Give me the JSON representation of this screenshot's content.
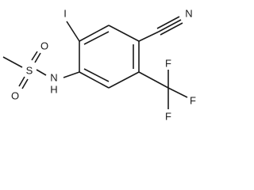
{
  "molecule": {
    "atoms": {
      "iodine": "I",
      "nitrogen_nitrile": "N",
      "nitrogen_amine": "N",
      "hydrogen_amine": "H",
      "sulfur": "S",
      "oxygen_top": "O",
      "oxygen_bottom": "O",
      "fluorine_top": "F",
      "fluorine_right": "F",
      "fluorine_bottom": "F"
    }
  },
  "colors": {
    "bond": "#1a1a1a",
    "label": "#1a1a1a",
    "background": "#ffffff"
  }
}
